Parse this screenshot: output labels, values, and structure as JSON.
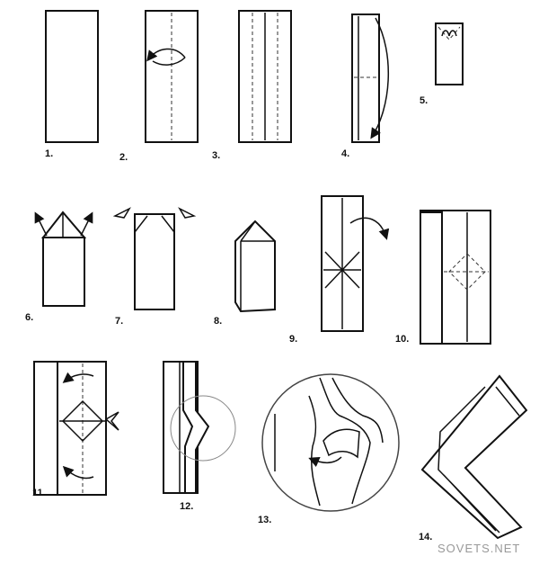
{
  "steps": [
    "1.",
    "2.",
    "3.",
    "4.",
    "5.",
    "6.",
    "7.",
    "8.",
    "9.",
    "10.",
    "11.",
    "12.",
    "13.",
    "14."
  ],
  "watermark": "SOVETS.NET"
}
